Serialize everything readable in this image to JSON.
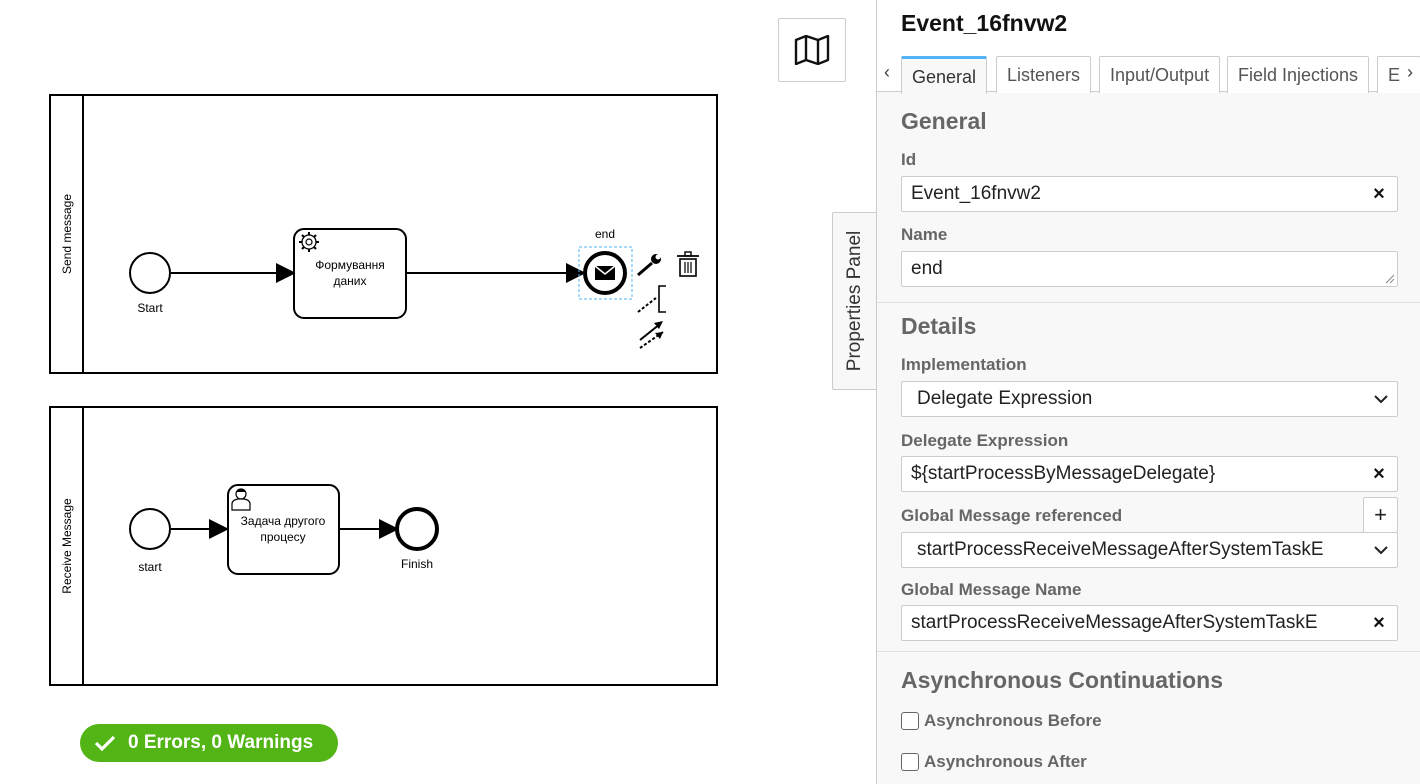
{
  "diagram": {
    "pools": [
      {
        "label": "Send message"
      },
      {
        "label": "Receive Message"
      }
    ],
    "send": {
      "start_label": "Start",
      "task_line1": "Формування",
      "task_line2": "даних",
      "end_label": "end"
    },
    "receive": {
      "start_label": "start",
      "task_line1": "Задача другого",
      "task_line2": "процесу",
      "end_label": "Finish"
    }
  },
  "minimap": {
    "icon": "map-icon"
  },
  "status": {
    "text": "0 Errors, 0 Warnings",
    "color": "#52b415",
    "icon": "check-icon"
  },
  "properties_toggle": {
    "label": "Properties Panel"
  },
  "properties": {
    "title": "Event_16fnvw2",
    "tabs": [
      {
        "label": "General",
        "active": true
      },
      {
        "label": "Listeners",
        "active": false
      },
      {
        "label": "Input/Output",
        "active": false
      },
      {
        "label": "Field Injections",
        "active": false
      },
      {
        "label": "E",
        "active": false
      }
    ],
    "general_group": "General",
    "id_label": "Id",
    "id_value": "Event_16fnvw2",
    "name_label": "Name",
    "name_value": "end",
    "details_group": "Details",
    "implementation_label": "Implementation",
    "implementation_value": "Delegate Expression",
    "delegate_label": "Delegate Expression",
    "delegate_value": "${startProcessByMessageDelegate}",
    "global_message_ref_label": "Global Message referenced",
    "global_message_ref_value": "startProcessReceiveMessageAfterSystemTaskE",
    "global_message_name_label": "Global Message Name",
    "global_message_name_value": "startProcessReceiveMessageAfterSystemTaskE",
    "async_group": "Asynchronous Continuations",
    "async_before_label": "Asynchronous Before",
    "async_before_checked": false,
    "async_after_label": "Asynchronous After",
    "async_after_checked": false
  },
  "accent_color": "#52b4f7"
}
